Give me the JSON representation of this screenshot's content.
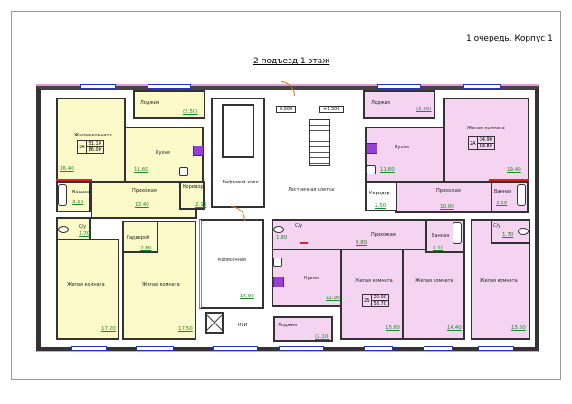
{
  "header": {
    "building": "1 очередь. Корпус 1",
    "entrance_floor": "2 подъезд   1 этаж"
  },
  "common": {
    "lift_hall": "Лифтовой холл",
    "stairwell": "Лестничная клетка",
    "stroller_room": "Колясочная",
    "stroller_area": "14.90",
    "kui": "КУИ",
    "level_left": "0.000",
    "level_right": "+1.500"
  },
  "apt_3a": {
    "code": "3А",
    "living_area": "51.10",
    "total_area": "86.00",
    "living_room": "Жилая комната",
    "living_room_area": "16.40",
    "loggia": "Лоджия",
    "loggia_area": "(2.50)",
    "kitchen": "Кухня",
    "kitchen_area": "11.60",
    "hallway": "Прихожая",
    "hallway_area": "13.40",
    "corridor": "Коридор",
    "corridor_area": "2.10",
    "bathroom": "Ванная",
    "bathroom_area": "3.10",
    "wc": "С/у",
    "wc_area": "1.70",
    "wardrobe": "Гардероб",
    "wardrobe_area": "2.60",
    "bedroom1": "Жилая комната",
    "bedroom1_area": "17.20",
    "bedroom2": "Жилая комната",
    "bedroom2_area": "17.50"
  },
  "apt_2a": {
    "code": "2А",
    "living_area": "34.90",
    "total_area": "63.80",
    "living_room": "Жилая комната",
    "living_room_area": "19.40",
    "loggia": "Лоджия",
    "loggia_area": "(2.50)",
    "kitchen": "Кухня",
    "kitchen_area": "11.60",
    "hallway": "Прихожая",
    "hallway_area": "10.00",
    "corridor": "Коридор",
    "corridor_area": "2.50",
    "bathroom": "Ванная",
    "bathroom_area": "3.10",
    "wc": "С/у",
    "wc_area": "1.70",
    "bedroom": "Жилая комната",
    "bedroom_area": "15.50"
  },
  "apt_2b": {
    "code": "2Б",
    "living_area": "30.00",
    "total_area": "58.70",
    "hallway": "Прихожая",
    "hallway_area": "9.80",
    "wc": "С/у",
    "wc_area": "1.80",
    "bathroom": "Ванная",
    "bathroom_area": "3.10",
    "kitchen": "Кухня",
    "kitchen_area": "11.90",
    "loggia": "Лоджия",
    "loggia_area": "(2.10)",
    "bedroom1": "Жилая комната",
    "bedroom1_area": "15.60",
    "bedroom2": "Жилая комната",
    "bedroom2_area": "14.40"
  }
}
